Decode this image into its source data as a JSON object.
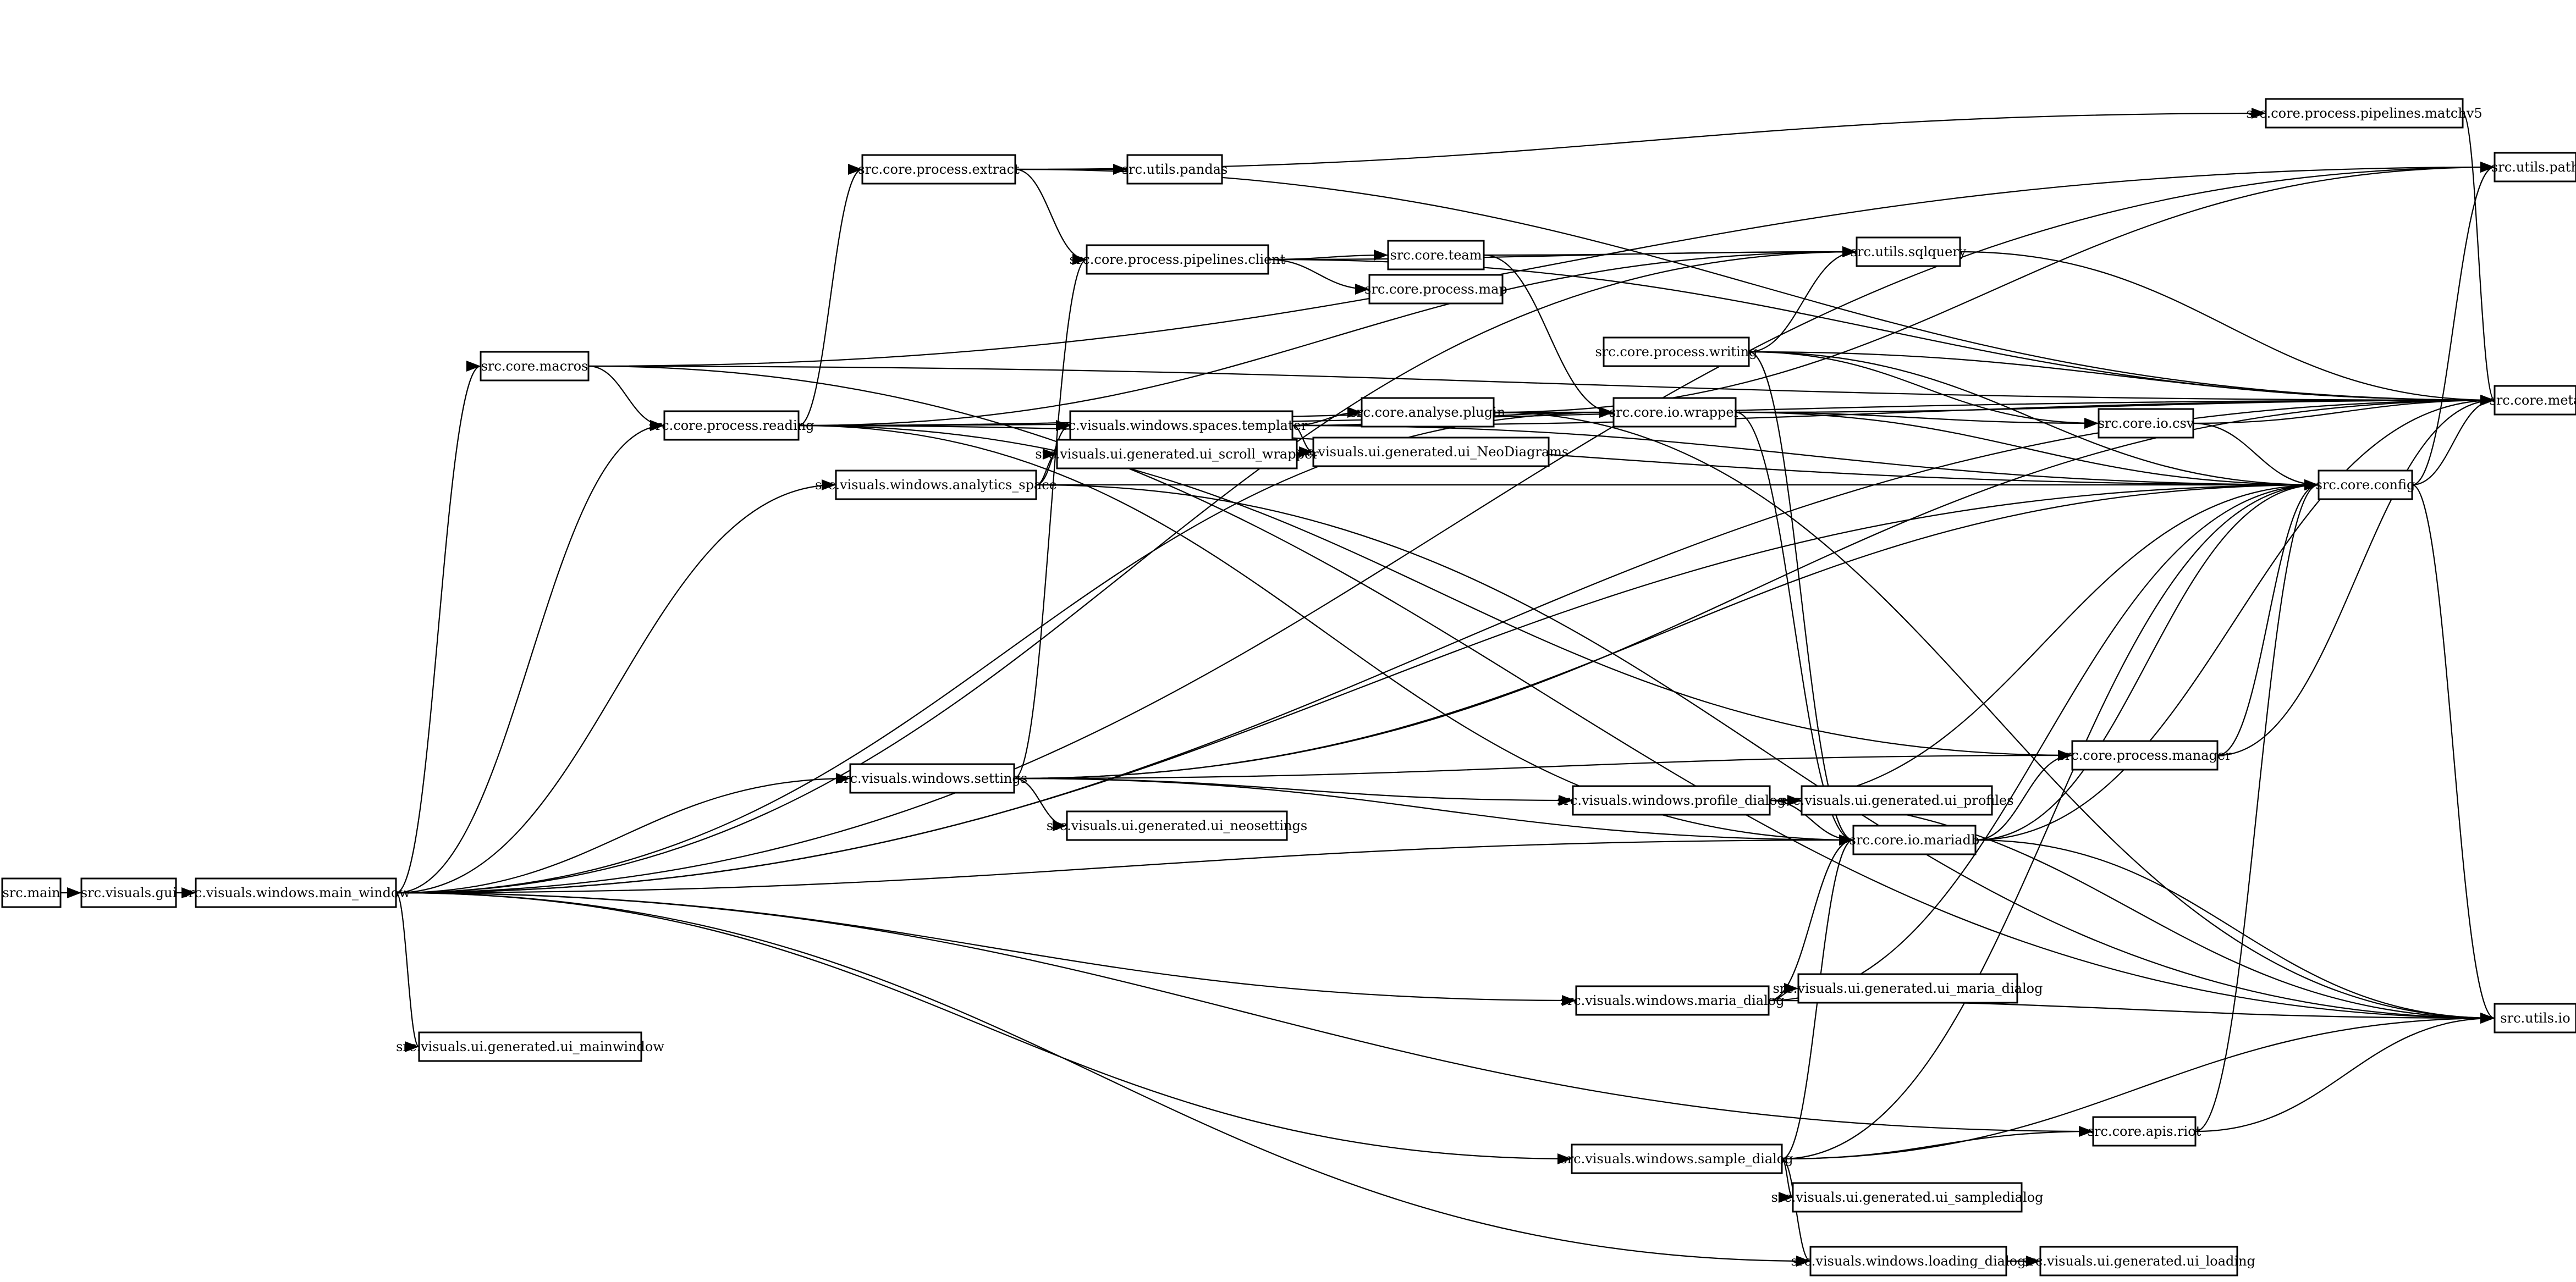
{
  "nodes": [
    {
      "id": "main",
      "label": "src.main"
    },
    {
      "id": "gui",
      "label": "src.visuals.gui"
    },
    {
      "id": "mainwin",
      "label": "src.visuals.windows.main_window"
    },
    {
      "id": "macros",
      "label": "src.core.macros"
    },
    {
      "id": "reading",
      "label": "src.core.process.reading"
    },
    {
      "id": "extract",
      "label": "src.core.process.extract"
    },
    {
      "id": "pandas",
      "label": "src.utils.pandas"
    },
    {
      "id": "client",
      "label": "src.core.process.pipelines.client"
    },
    {
      "id": "team",
      "label": "src.core.team"
    },
    {
      "id": "pmap",
      "label": "src.core.process.map"
    },
    {
      "id": "matchv5",
      "label": "src.core.process.pipelines.matchv5"
    },
    {
      "id": "sqlquery",
      "label": "src.utils.sqlquery"
    },
    {
      "id": "path",
      "label": "src.utils.path"
    },
    {
      "id": "writing",
      "label": "src.core.process.writing"
    },
    {
      "id": "plugin",
      "label": "src.core.analyse.plugin"
    },
    {
      "id": "wrapper",
      "label": "src.core.io.wrapper"
    },
    {
      "id": "csv",
      "label": "src.core.io.csv"
    },
    {
      "id": "meta",
      "label": "src.core.meta"
    },
    {
      "id": "templater",
      "label": "src.visuals.windows.spaces.templater"
    },
    {
      "id": "neodiagrams",
      "label": "src.visuals.ui.generated.ui_NeoDiagrams"
    },
    {
      "id": "analytics",
      "label": "src.visuals.windows.analytics_space"
    },
    {
      "id": "scrollwrap",
      "label": "src.visuals.ui.generated.ui_scroll_wrapper"
    },
    {
      "id": "config",
      "label": "src.core.config"
    },
    {
      "id": "settings",
      "label": "src.visuals.windows.settings"
    },
    {
      "id": "manager",
      "label": "src.core.process.manager"
    },
    {
      "id": "profile",
      "label": "src.visuals.windows.profile_dialog"
    },
    {
      "id": "uiprofiles",
      "label": "src.visuals.ui.generated.ui_profiles"
    },
    {
      "id": "neosettings",
      "label": "src.visuals.ui.generated.ui_neosettings"
    },
    {
      "id": "mariadb",
      "label": "src.core.io.mariadb"
    },
    {
      "id": "maria",
      "label": "src.visuals.windows.maria_dialog"
    },
    {
      "id": "uimaria",
      "label": "src.visuals.ui.generated.ui_maria_dialog"
    },
    {
      "id": "io",
      "label": "src.utils.io"
    },
    {
      "id": "uimainwin",
      "label": "src.visuals.ui.generated.ui_mainwindow"
    },
    {
      "id": "riot",
      "label": "src.core.apis.riot"
    },
    {
      "id": "sample",
      "label": "src.visuals.windows.sample_dialog"
    },
    {
      "id": "uisample",
      "label": "src.visuals.ui.generated.ui_sampledialog"
    },
    {
      "id": "loading",
      "label": "src.visuals.windows.loading_dialog"
    },
    {
      "id": "uiloading",
      "label": "src.visuals.ui.generated.ui_loading"
    }
  ],
  "edges": [
    [
      "main",
      "gui"
    ],
    [
      "gui",
      "mainwin"
    ],
    [
      "mainwin",
      "path"
    ],
    [
      "mainwin",
      "macros"
    ],
    [
      "mainwin",
      "reading"
    ],
    [
      "mainwin",
      "sqlquery"
    ],
    [
      "mainwin",
      "wrapper"
    ],
    [
      "mainwin",
      "config"
    ],
    [
      "mainwin",
      "analytics"
    ],
    [
      "mainwin",
      "settings"
    ],
    [
      "mainwin",
      "mariadb"
    ],
    [
      "mainwin",
      "maria"
    ],
    [
      "mainwin",
      "meta"
    ],
    [
      "mainwin",
      "uimainwin"
    ],
    [
      "mainwin",
      "riot"
    ],
    [
      "mainwin",
      "sample"
    ],
    [
      "mainwin",
      "loading"
    ],
    [
      "macros",
      "path"
    ],
    [
      "macros",
      "reading"
    ],
    [
      "macros",
      "meta"
    ],
    [
      "macros",
      "io"
    ],
    [
      "reading",
      "extract"
    ],
    [
      "reading",
      "meta"
    ],
    [
      "reading",
      "sqlquery"
    ],
    [
      "reading",
      "wrapper"
    ],
    [
      "reading",
      "config"
    ],
    [
      "reading",
      "manager"
    ],
    [
      "reading",
      "mariadb"
    ],
    [
      "extract",
      "pandas"
    ],
    [
      "extract",
      "client"
    ],
    [
      "extract",
      "matchv5"
    ],
    [
      "extract",
      "meta"
    ],
    [
      "client",
      "team"
    ],
    [
      "client",
      "pmap"
    ],
    [
      "client",
      "sqlquery"
    ],
    [
      "client",
      "meta"
    ],
    [
      "team",
      "sqlquery"
    ],
    [
      "team",
      "wrapper"
    ],
    [
      "matchv5",
      "meta"
    ],
    [
      "sqlquery",
      "meta"
    ],
    [
      "writing",
      "sqlquery"
    ],
    [
      "writing",
      "meta"
    ],
    [
      "writing",
      "csv"
    ],
    [
      "writing",
      "config"
    ],
    [
      "writing",
      "mariadb"
    ],
    [
      "plugin",
      "wrapper"
    ],
    [
      "plugin",
      "path"
    ],
    [
      "plugin",
      "io"
    ],
    [
      "wrapper",
      "meta"
    ],
    [
      "wrapper",
      "csv"
    ],
    [
      "wrapper",
      "config"
    ],
    [
      "wrapper",
      "mariadb"
    ],
    [
      "csv",
      "meta"
    ],
    [
      "csv",
      "config"
    ],
    [
      "templater",
      "plugin"
    ],
    [
      "templater",
      "neodiagrams"
    ],
    [
      "templater",
      "wrapper"
    ],
    [
      "templater",
      "meta"
    ],
    [
      "templater",
      "config"
    ],
    [
      "analytics",
      "templater"
    ],
    [
      "analytics",
      "scrollwrap"
    ],
    [
      "analytics",
      "config"
    ],
    [
      "analytics",
      "io"
    ],
    [
      "config",
      "path"
    ],
    [
      "config",
      "meta"
    ],
    [
      "config",
      "io"
    ],
    [
      "settings",
      "client"
    ],
    [
      "settings",
      "config"
    ],
    [
      "settings",
      "meta"
    ],
    [
      "settings",
      "manager"
    ],
    [
      "settings",
      "neosettings"
    ],
    [
      "settings",
      "profile"
    ],
    [
      "settings",
      "mariadb"
    ],
    [
      "manager",
      "config"
    ],
    [
      "manager",
      "meta"
    ],
    [
      "profile",
      "uiprofiles"
    ],
    [
      "profile",
      "config"
    ],
    [
      "profile",
      "mariadb"
    ],
    [
      "profile",
      "io"
    ],
    [
      "mariadb",
      "manager"
    ],
    [
      "mariadb",
      "config"
    ],
    [
      "mariadb",
      "meta"
    ],
    [
      "mariadb",
      "io"
    ],
    [
      "maria",
      "uimaria"
    ],
    [
      "maria",
      "mariadb"
    ],
    [
      "maria",
      "config"
    ],
    [
      "maria",
      "io"
    ],
    [
      "riot",
      "config"
    ],
    [
      "riot",
      "io"
    ],
    [
      "sample",
      "riot"
    ],
    [
      "sample",
      "uisample"
    ],
    [
      "sample",
      "mariadb"
    ],
    [
      "sample",
      "config"
    ],
    [
      "sample",
      "io"
    ],
    [
      "sample",
      "loading"
    ],
    [
      "loading",
      "uiloading"
    ]
  ]
}
